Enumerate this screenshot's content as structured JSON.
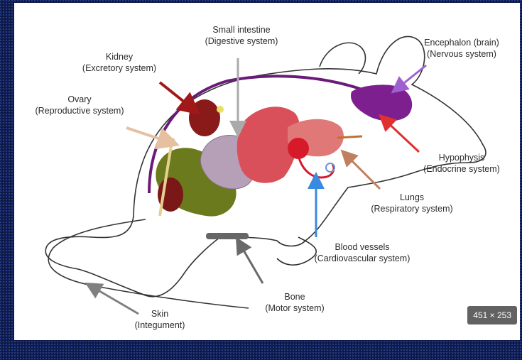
{
  "diagram": {
    "labels": {
      "small_intestine_1": "Small intestine",
      "small_intestine_2": "(Digestive system)",
      "kidney_1": "Kidney",
      "kidney_2": "(Excretory system)",
      "ovary_1": "Ovary",
      "ovary_2": "(Reproductive system)",
      "brain_1": "Encephalon (brain)",
      "brain_2": "(Nervous system)",
      "hypophysis_1": "Hypophysis",
      "hypophysis_2": "(Endocrine system)",
      "lungs_1": "Lungs",
      "lungs_2": "(Respiratory system)",
      "blood_1": "Blood vessels",
      "blood_2": "(Cardiovascular system)",
      "bone_1": "Bone",
      "bone_2": "(Motor system)",
      "skin_1": "Skin",
      "skin_2": "(Integument)"
    },
    "colors": {
      "outline": "#333333",
      "nerve": "#6a1b7a",
      "brain": "#7d1f8f",
      "kidney": "#8a1a1a",
      "intestine_small": "#b6a0b8",
      "intestine_large": "#6b7a1c",
      "liver": "#d9505a",
      "heart": "#d61a2a",
      "lung": "#e07878",
      "bone": "#666666",
      "arrow_kidney": "#a01818",
      "arrow_ovary": "#e6c0a0",
      "arrow_brain": "#a060d0",
      "arrow_hypo": "#e03030",
      "arrow_lungs": "#c08060",
      "arrow_blood": "#3a8ae0",
      "arrow_bone": "#6a6a6a",
      "arrow_skin": "#808080",
      "arrow_intestine": "#aaaaaa"
    }
  },
  "badge": {
    "dimensions": "451 × 253"
  }
}
